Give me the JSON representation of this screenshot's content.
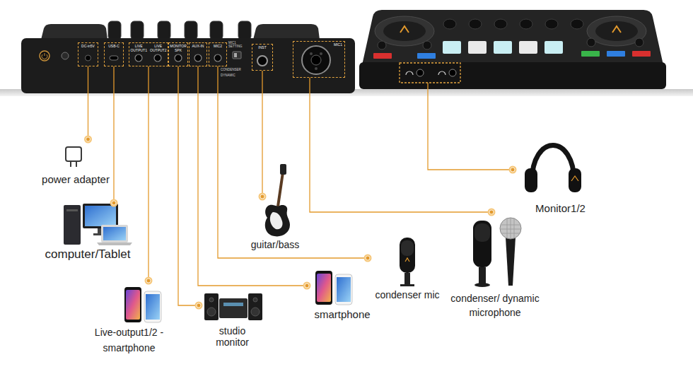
{
  "diagram": {
    "nodes": [
      {
        "text": [
          "DC-in5V"
        ]
      },
      {
        "text": [
          "USB-C"
        ]
      },
      {
        "text": [
          "LIVE OUTPUT1",
          "LIVE OUTPUT2"
        ]
      },
      {
        "text": [
          "MONITOR SPK"
        ]
      },
      {
        "text": [
          "AUX-IN"
        ]
      },
      {
        "text": [
          "MIC2"
        ]
      },
      {
        "text": [
          "INST"
        ]
      },
      {
        "text": [
          "MIC1"
        ]
      },
      {
        "text": [
          "power adapter"
        ]
      },
      {
        "text": [
          "computer/Tablet"
        ]
      },
      {
        "text": [
          "guitar/bass"
        ]
      },
      {
        "text": [
          "Monitor1/2"
        ]
      },
      {
        "text": [
          "condenser/ dynamic microphone"
        ]
      },
      {
        "text": [
          "condenser mic"
        ]
      },
      {
        "text": [
          "smartphone"
        ]
      },
      {
        "text": [
          "Live-output1/2 -smartphone"
        ]
      },
      {
        "text": [
          "studio monitor"
        ]
      }
    ],
    "edges": [
      {
        "from": 0,
        "to": 8,
        "arrow": "none"
      },
      {
        "from": 1,
        "to": 9,
        "arrow": "none"
      },
      {
        "from": 2,
        "to": 15,
        "arrow": "none"
      },
      {
        "from": 3,
        "to": 16,
        "arrow": "none"
      },
      {
        "from": 4,
        "to": 14,
        "arrow": "none"
      },
      {
        "from": 5,
        "to": 13,
        "arrow": "none"
      },
      {
        "from": 6,
        "to": 10,
        "arrow": "none"
      },
      {
        "from": 7,
        "to": 12,
        "arrow": "none"
      }
    ],
    "labels": [
      "MIC1 SETTING",
      "CONDENSER",
      "DYNAMIC"
    ]
  }
}
